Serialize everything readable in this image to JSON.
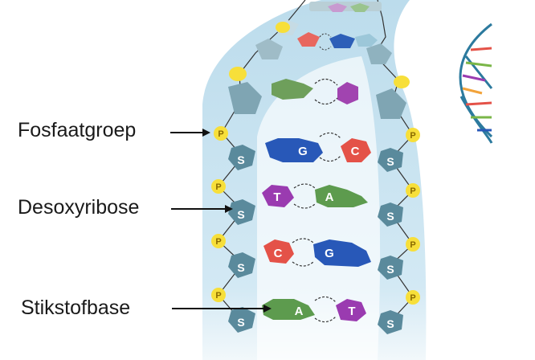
{
  "labels": {
    "phosphate": "Fosfaatgroep",
    "deoxyribose": "Desoxyribose",
    "base": "Stikstofbase"
  },
  "letters": {
    "sugar": "S",
    "phosphate": "P"
  },
  "bases_in_pairs": [
    {
      "left": "G",
      "right": "C"
    },
    {
      "left": "T",
      "right": "A"
    },
    {
      "left": "C",
      "right": "G"
    },
    {
      "left": "A",
      "right": "T"
    }
  ],
  "colors": {
    "backbone_band": "#cfe6f2",
    "sugar": "#5a8a9c",
    "phosphate": "#f7df3a",
    "adenine": "#5d9b4e",
    "thymine": "#9a3bb0",
    "guanine": "#2858b8",
    "cytosine": "#e45248"
  }
}
